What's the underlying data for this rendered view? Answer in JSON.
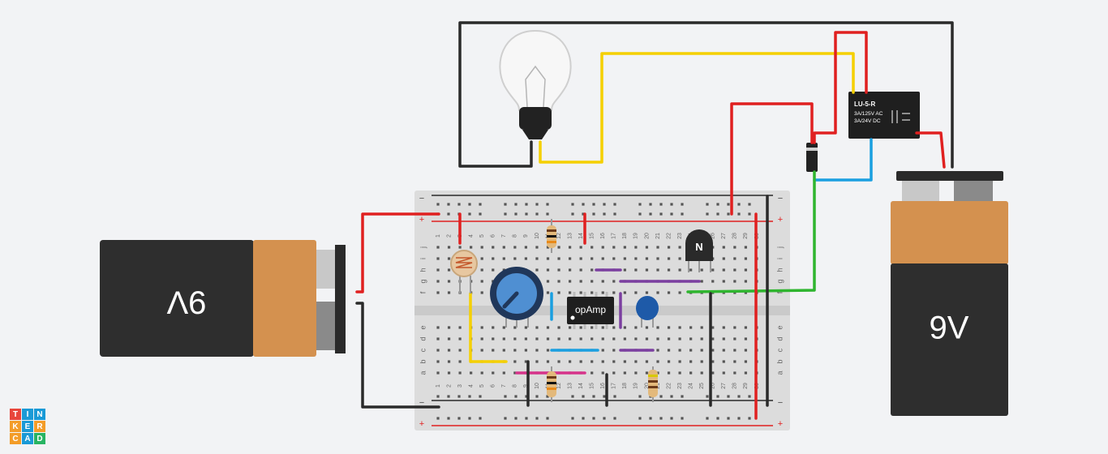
{
  "circuit": {
    "battery_left_label": "9V",
    "battery_right_label": "9V",
    "relay": {
      "model": "LU-5-R",
      "rating_ac": "3A/125V AC",
      "rating_dc": "3A/24V DC"
    },
    "opamp_label": "opAmp",
    "transistor_label": "N",
    "breadboard": {
      "row_letters_top": [
        "j",
        "i",
        "h",
        "g",
        "f"
      ],
      "row_letters_bottom": [
        "e",
        "d",
        "c",
        "b",
        "a"
      ],
      "column_numbers": [
        "1",
        "2",
        "3",
        "4",
        "5",
        "6",
        "7",
        "8",
        "9",
        "10",
        "11",
        "12",
        "13",
        "14",
        "15",
        "16",
        "17",
        "18",
        "19",
        "20",
        "21",
        "22",
        "23",
        "24",
        "25",
        "26",
        "27",
        "28",
        "29",
        "30"
      ],
      "rail_plus": "+",
      "rail_minus": "−"
    },
    "colors": {
      "wire_red": "#e02020",
      "wire_black": "#2a2a2a",
      "wire_yellow": "#f5d000",
      "wire_blue": "#1a9fe0",
      "wire_green": "#2fb52f",
      "wire_purple": "#7b3fa0",
      "wire_magenta": "#d6338a",
      "battery_body": "#2e2e2e",
      "battery_cap": "#d4914f"
    }
  },
  "brand": {
    "letters": [
      "T",
      "I",
      "N",
      "K",
      "E",
      "R",
      "C",
      "A",
      "D"
    ],
    "colors": [
      "#e8463c",
      "#1a9ad6",
      "#1a9ad6",
      "#f39c28",
      "#1a9ad6",
      "#f39c28",
      "#f39c28",
      "#1a9ad6",
      "#28b463"
    ]
  }
}
